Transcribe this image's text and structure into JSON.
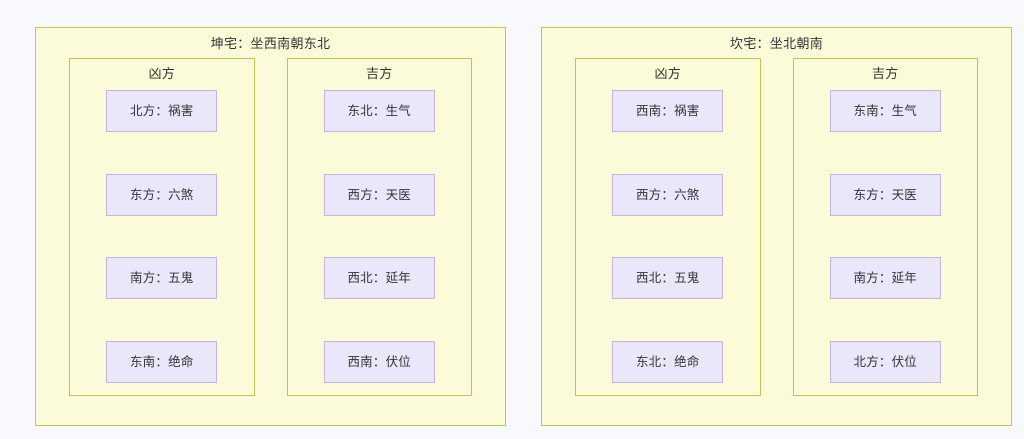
{
  "page": {
    "background_color": "#f7f9fc",
    "text_color": "#333333"
  },
  "theme": {
    "panel_fill": "#fcfbd9",
    "panel_border": "#c5c24f",
    "item_fill": "#eae7fa",
    "item_border": "#c3b5e0"
  },
  "houses": [
    {
      "title": "坤宅：坐西南朝东北",
      "columns": [
        {
          "title": "凶方",
          "items": [
            {
              "label": "北方：祸害"
            },
            {
              "label": "东方：六煞"
            },
            {
              "label": "南方：五鬼"
            },
            {
              "label": "东南：绝命"
            }
          ]
        },
        {
          "title": "吉方",
          "items": [
            {
              "label": "东北：生气"
            },
            {
              "label": "西方：天医"
            },
            {
              "label": "西北：延年"
            },
            {
              "label": "西南：伏位"
            }
          ]
        }
      ]
    },
    {
      "title": "坎宅：坐北朝南",
      "columns": [
        {
          "title": "凶方",
          "items": [
            {
              "label": "西南：祸害"
            },
            {
              "label": "西方：六煞"
            },
            {
              "label": "西北：五鬼"
            },
            {
              "label": "东北：绝命"
            }
          ]
        },
        {
          "title": "吉方",
          "items": [
            {
              "label": "东南：生气"
            },
            {
              "label": "东方：天医"
            },
            {
              "label": "南方：延年"
            },
            {
              "label": "北方：伏位"
            }
          ]
        }
      ]
    }
  ]
}
